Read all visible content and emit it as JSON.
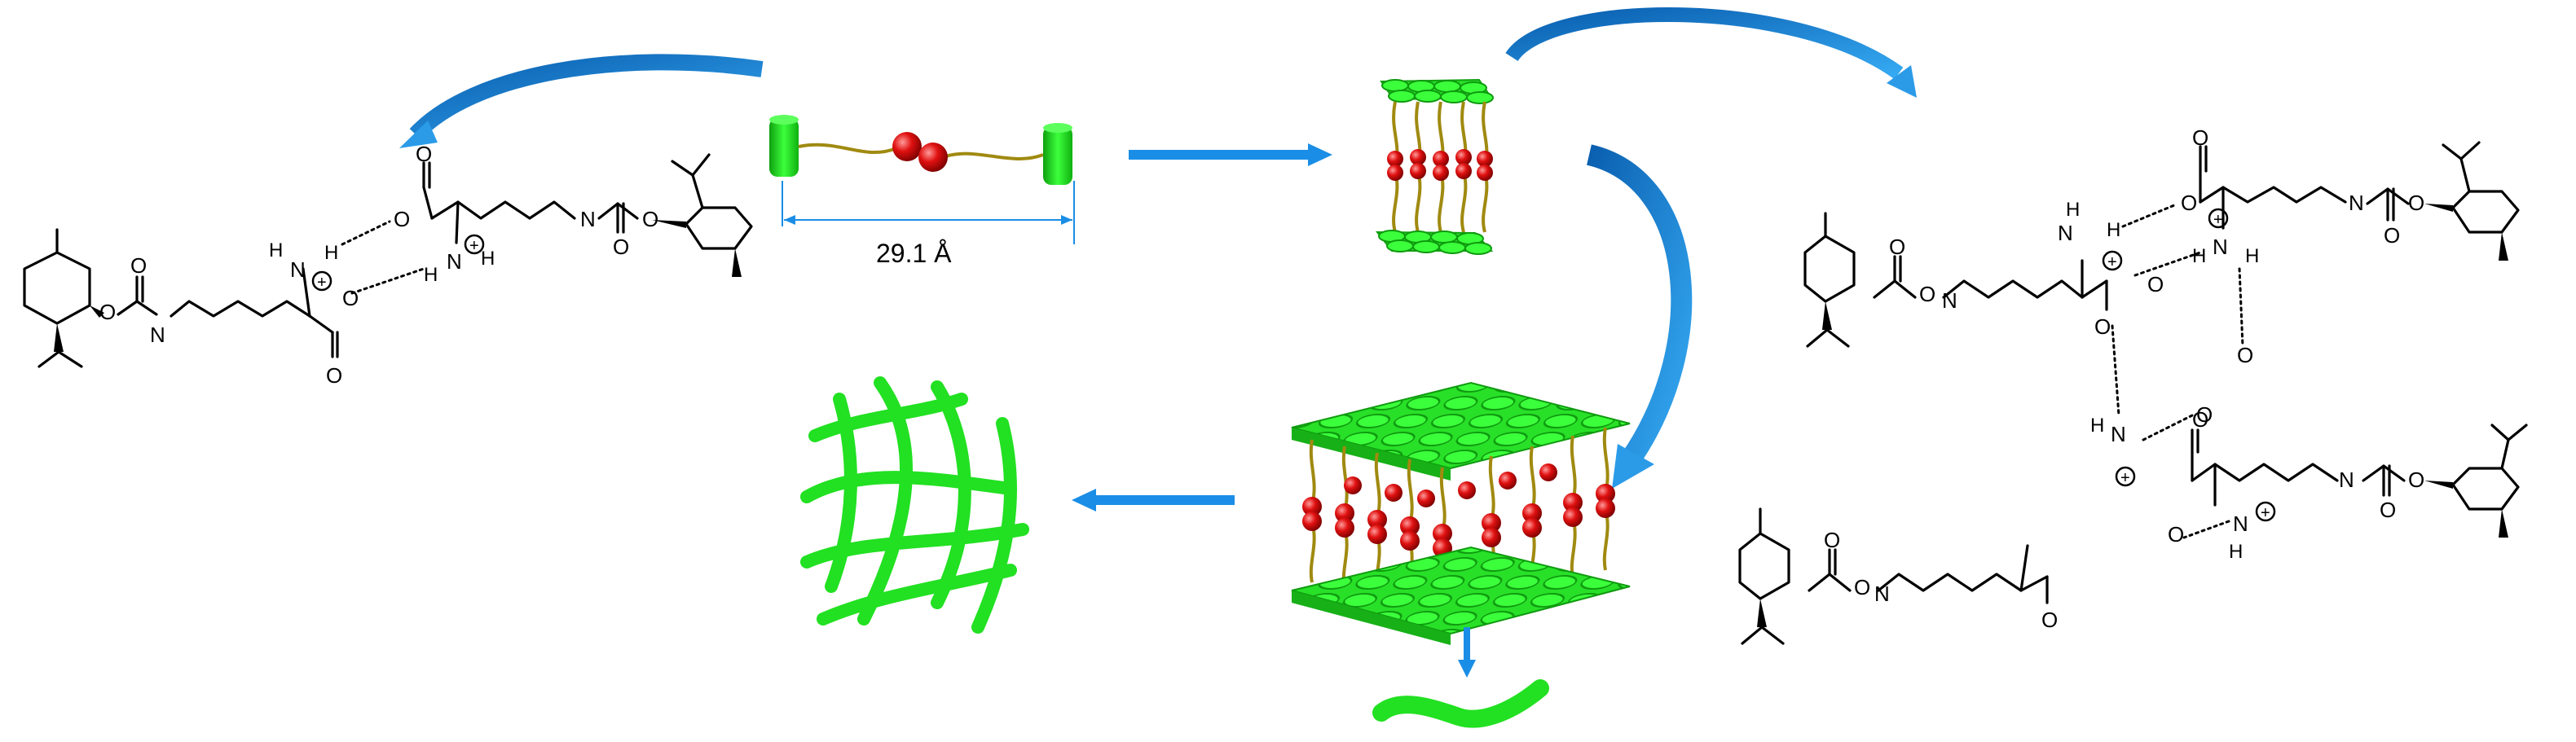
{
  "measure": {
    "length_label": "29.1 Å"
  },
  "atoms": {
    "N": "N",
    "H": "H",
    "O": "O",
    "plus": "+"
  },
  "colors": {
    "arrow_blue": "#1a8ee6",
    "head_green": "#22dd22",
    "chain_gold": "#a08a10",
    "sphere_red": "#e01010",
    "bond_black": "#000000"
  }
}
